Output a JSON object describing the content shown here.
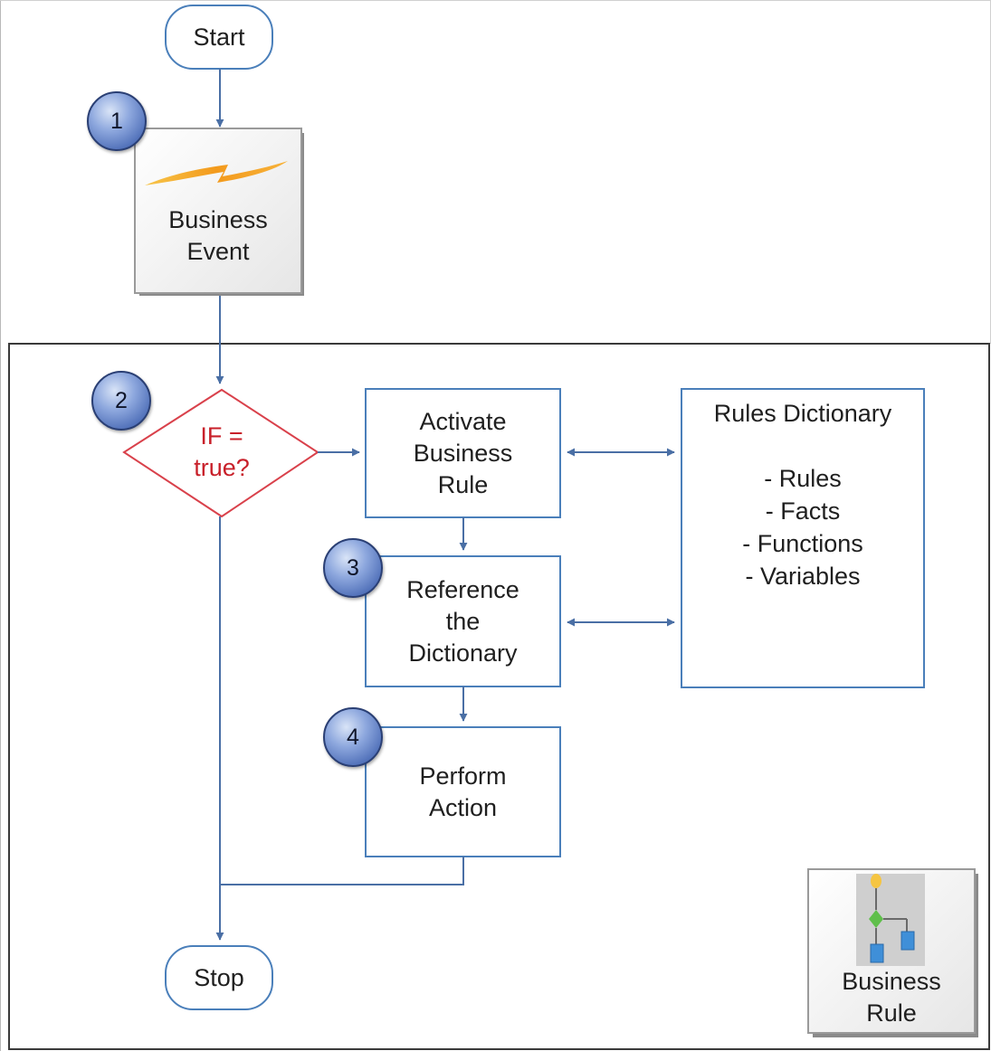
{
  "nodes": {
    "start": "Start",
    "business_event": "Business\nEvent",
    "condition": "IF =\ntrue?",
    "activate_rule": "Activate\nBusiness\nRule",
    "reference_dictionary": "Reference\nthe\nDictionary",
    "perform_action": "Perform\nAction",
    "stop": "Stop",
    "rules_dictionary_title": "Rules  Dictionary",
    "rules_dictionary_items": "- Rules\n- Facts\n- Functions\n- Variables",
    "legend_business_rule": "Business\nRule"
  },
  "callouts": [
    "1",
    "2",
    "3",
    "4"
  ],
  "icons": {
    "business_event": "lightning-bolt-icon",
    "business_rule": "rule-flowchart-icon"
  },
  "colors": {
    "line": "#4a6fa5",
    "box_border": "#4a7fba",
    "condition_border": "#d9414b",
    "condition_text": "#c8202a",
    "callout": "#5a78c2",
    "lightning": "#f5a524"
  }
}
